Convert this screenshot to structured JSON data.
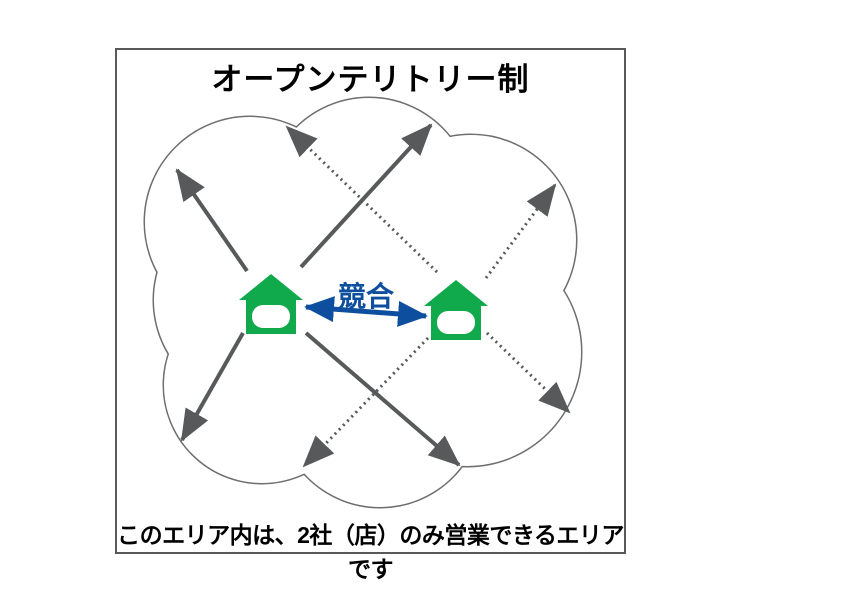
{
  "diagram": {
    "title": "オープンテリトリー制",
    "competition_label": "競合",
    "footnote": "このエリア内は、2社（店）のみ営業できるエリアです"
  },
  "colors": {
    "background": "#FFFFFF",
    "text_black": "#000000",
    "frame_border": "#58595B",
    "cloud_outline": "#6E6E6E",
    "arrow_gray": "#58595B",
    "house_green": "#10A94C",
    "competition_blue": "#0D4F9E"
  },
  "icons": [
    {
      "name": "store-house-left-icon",
      "shape": "green-house",
      "arrow_style": "solid"
    },
    {
      "name": "store-house-right-icon",
      "shape": "green-house",
      "arrow_style": "dotted"
    }
  ]
}
